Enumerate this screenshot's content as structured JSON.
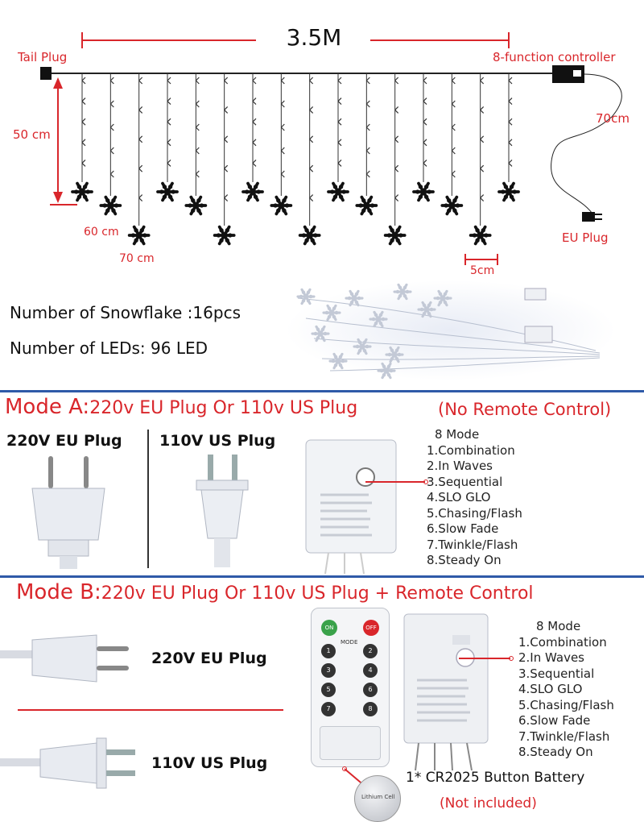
{
  "diagram": {
    "width_label": "3.5M",
    "tail_plug": "Tail Plug",
    "controller": "8-function controller",
    "cord_length": "70cm",
    "eu_plug": "EU Plug",
    "drop_length": "50 cm",
    "mid_drop": "60 cm",
    "long_drop": "70 cm",
    "spacing": "5cm"
  },
  "specs": {
    "snowflakes": "Number of Snowflake :16pcs",
    "leds": "Number of LEDs: 96 LED"
  },
  "mode_a": {
    "title": "Mode A:",
    "subtitle": "220v EU Plug Or 110v US Plug",
    "note": "(No Remote Control)",
    "eu_label": "220V EU Plug",
    "us_label": "110V US Plug",
    "modes_title": "8 Mode",
    "modes": [
      "1.Combination",
      "2.In Waves",
      "3.Sequential",
      "4.SLO GLO",
      "5.Chasing/Flash",
      "6.Slow Fade",
      "7.Twinkle/Flash",
      "8.Steady On"
    ]
  },
  "mode_b": {
    "title": "Mode B:",
    "subtitle": "220v EU Plug Or 110v US Plug + Remote Control",
    "eu_label": "220V EU Plug",
    "us_label": "110V US Plug",
    "modes_title": "8 Mode",
    "modes": [
      "1.Combination",
      "2.In Waves",
      "3.Sequential",
      "4.SLO GLO",
      "5.Chasing/Flash",
      "6.Slow Fade",
      "7.Twinkle/Flash",
      "8.Steady On"
    ],
    "remote": {
      "on": "ON",
      "off": "OFF",
      "mode": "MODE",
      "buttons": [
        "1",
        "2",
        "3",
        "4",
        "5",
        "6",
        "7",
        "8"
      ]
    },
    "battery_label": "1* CR2025 Button Battery",
    "battery_note": "(Not included)",
    "battery_text": "Lithium Cell"
  },
  "colors": {
    "accent": "#d9262b",
    "divider": "#2f5aa8"
  }
}
